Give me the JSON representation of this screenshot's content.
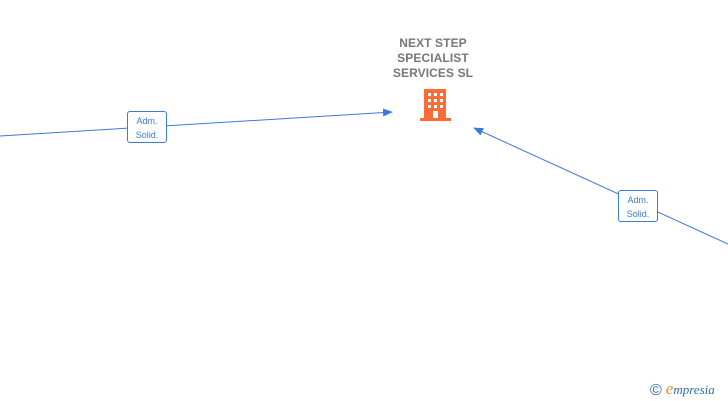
{
  "company": {
    "name_lines": [
      "NEXT STEP",
      "SPECIALIST",
      "SERVICES  SL"
    ],
    "icon": "building-icon",
    "icon_color": "#ff6b35"
  },
  "edges": [
    {
      "label_lines": [
        "Adm.",
        "Solid."
      ],
      "direction": "to-company"
    },
    {
      "label_lines": [
        "Adm.",
        "Solid."
      ],
      "direction": "to-company"
    }
  ],
  "colors": {
    "edge": "#3a7bd5",
    "text": "#777777"
  },
  "watermark": {
    "symbol": "©",
    "brand_initial": "e",
    "brand_rest": "mpresia"
  }
}
